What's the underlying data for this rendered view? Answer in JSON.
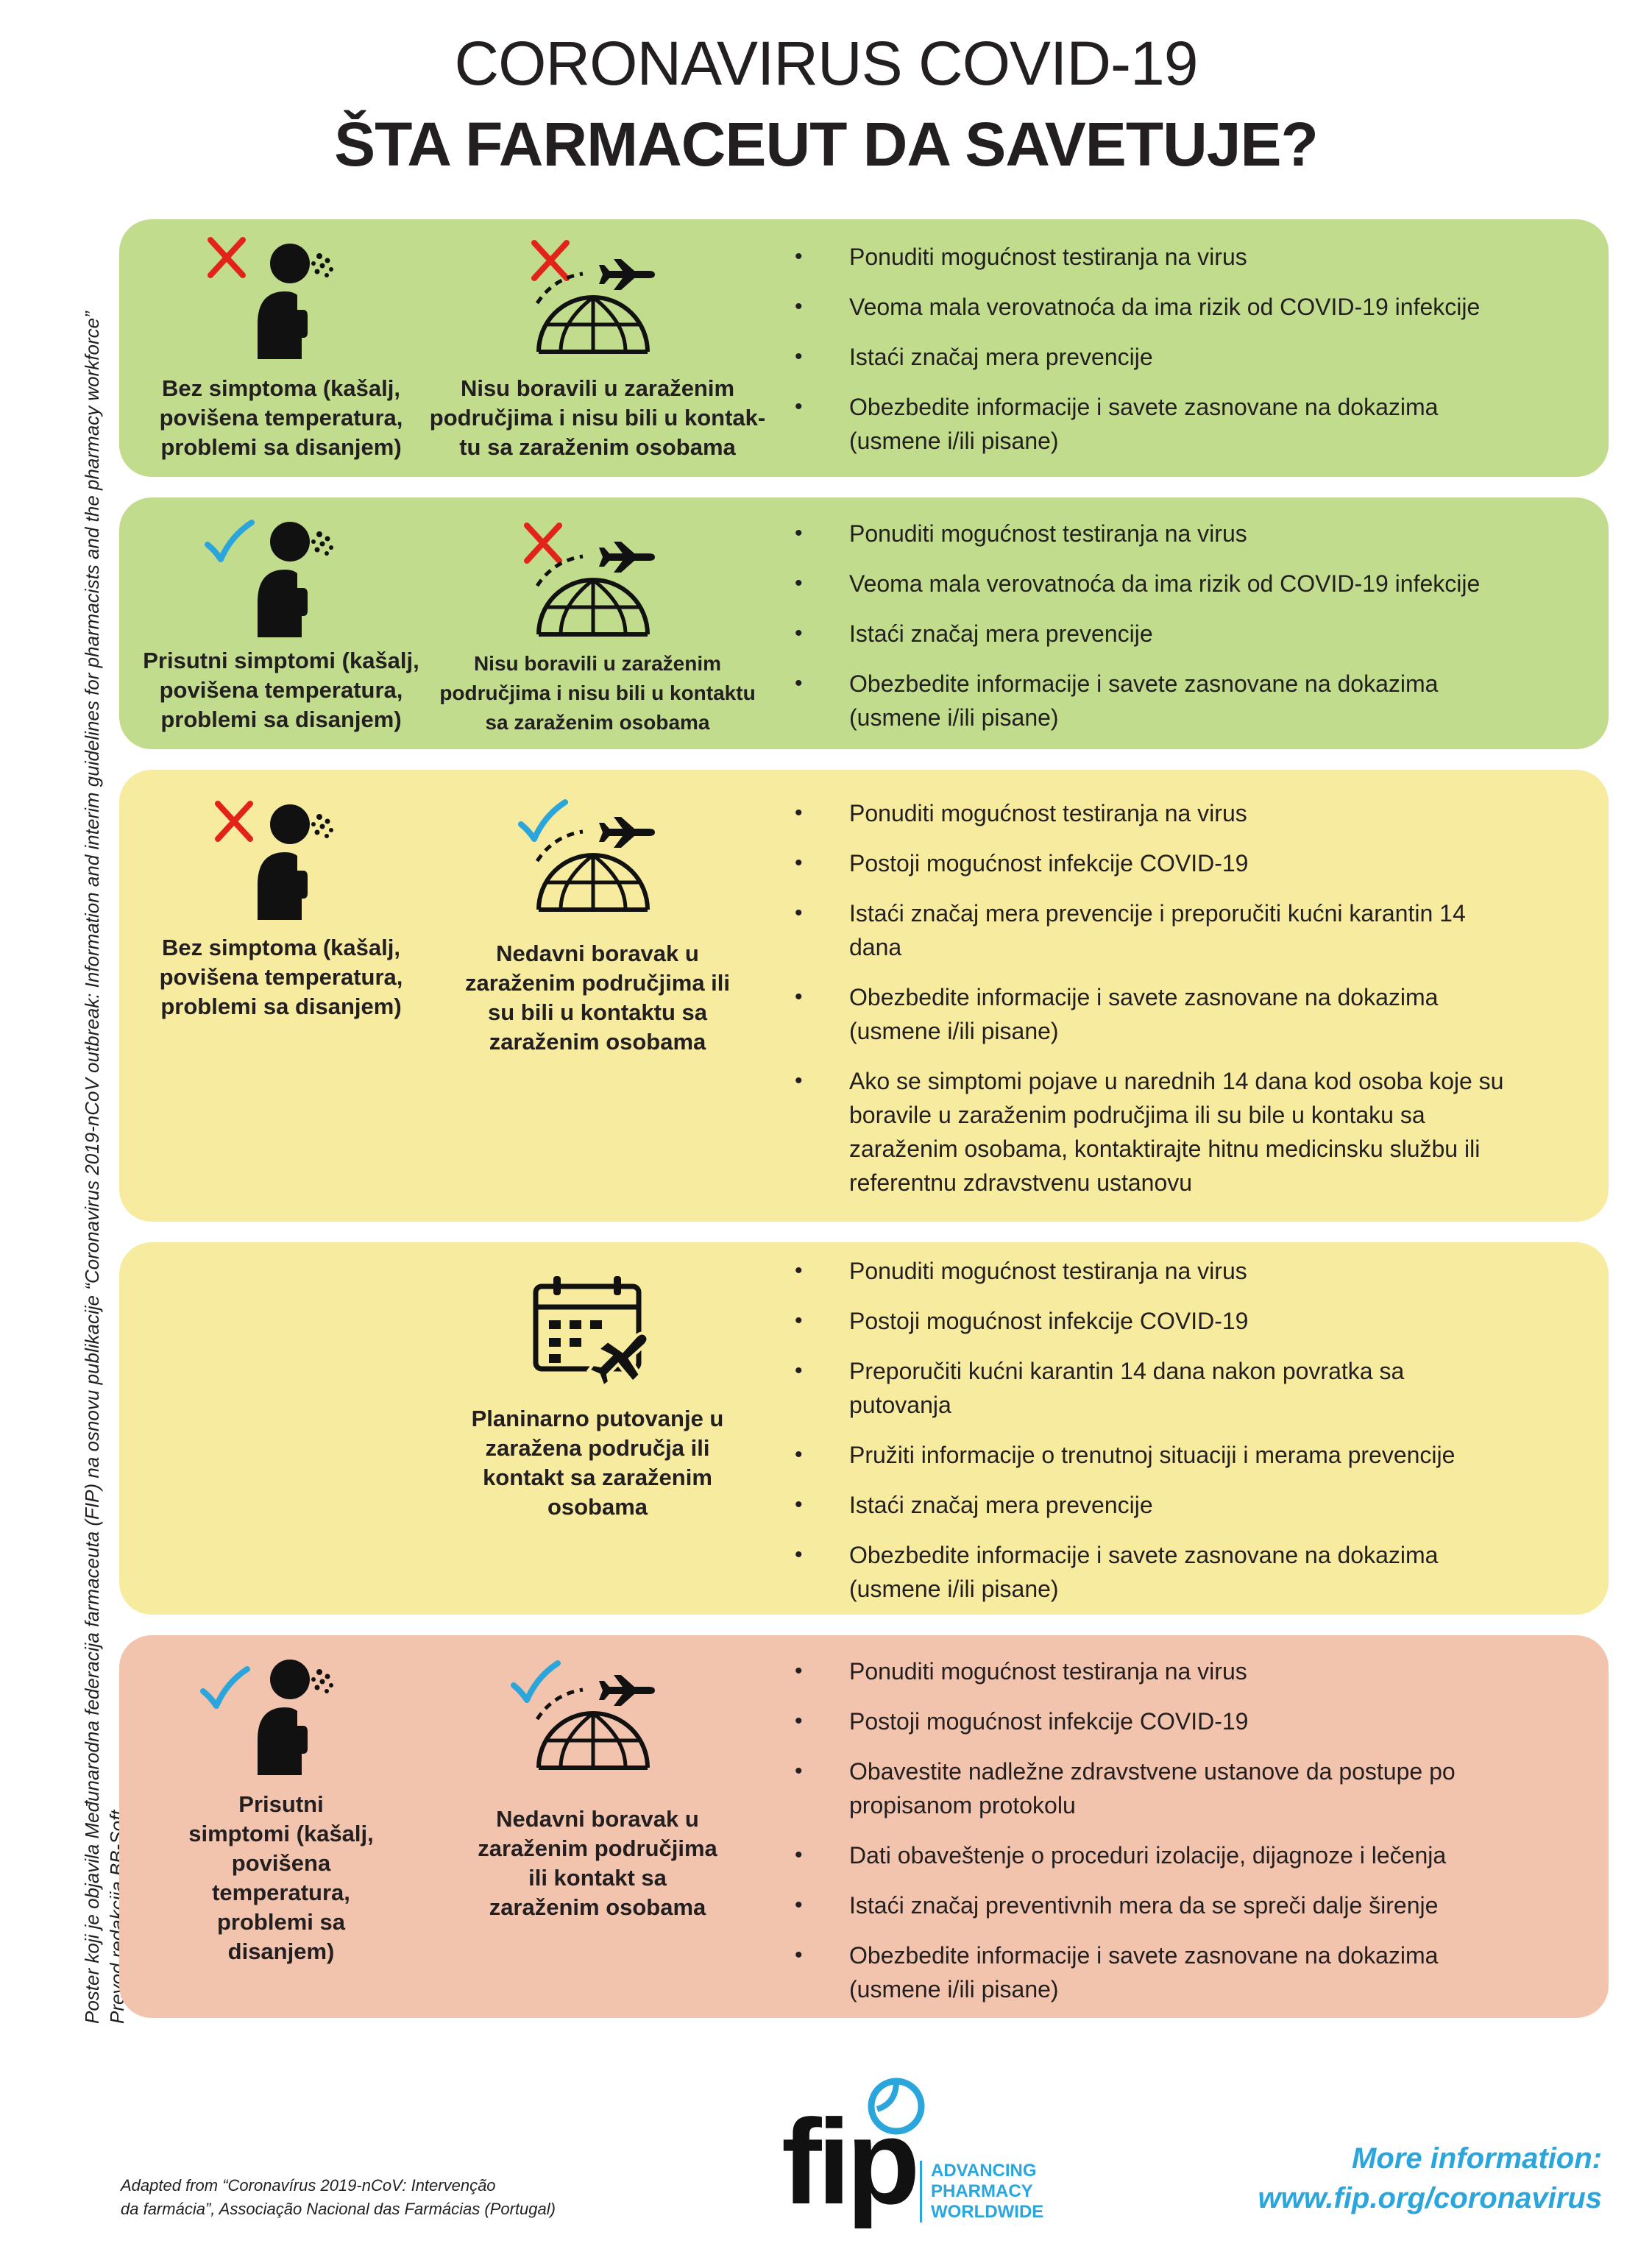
{
  "header": {
    "title_line1": "CORONAVIRUS COVID-19",
    "title_line2": "ŠTA FARMACEUT DA SAVETUJE?"
  },
  "side_note": {
    "line1": "Poster koji je objavila Međunarodna federacija farmaceuta (FIP) na osnovu publikacije “Coronavirus 2019-nCoV outbreak: Information and interim guidelines for pharmacists and the pharmacy workforce”",
    "line2": "Prevod redakcija BB-Soft"
  },
  "colors": {
    "green": "#c1dc8c",
    "yellow": "#f6eb9f",
    "pink": "#f2c4ad",
    "cross": "#e2231a",
    "check": "#2aa6dc",
    "accent": "#2aa6dc"
  },
  "panels": [
    {
      "symptom_mark": "cross-icon",
      "travel_mark": "cross-icon",
      "symptom_caption": [
        "Bez simptoma (kašalj,",
        "povišena temperatura,",
        "problemi sa disanjem)"
      ],
      "travel_caption": [
        "Nisu boravili u zaraženim",
        "područjima i nisu bili u kontak-",
        "tu sa zaraženim osobama"
      ],
      "advice": [
        [
          "Ponuditi mogućnost testiranja na virus"
        ],
        [
          "Veoma mala verovatnoća da ima rizik od COVID-19 infekcije"
        ],
        [
          "Istaći značaj mera prevencije"
        ],
        [
          "Obezbedite informacije i savete zasnovane na dokazima",
          "(usmene i/ili pisane)"
        ]
      ]
    },
    {
      "symptom_mark": "check-icon",
      "travel_mark": "cross-icon",
      "symptom_caption": [
        "Prisutni simptomi (kašalj,",
        "povišena temperatura,",
        "problemi sa disanjem)"
      ],
      "travel_caption": [
        "Nisu boravili u zaraženim",
        "područjima i nisu bili u kontaktu",
        "sa zaraženim osobama"
      ],
      "advice": [
        [
          "Ponuditi mogućnost testiranja na virus"
        ],
        [
          "Veoma mala verovatnoća da ima rizik od COVID-19 infekcije"
        ],
        [
          "Istaći značaj mera prevencije"
        ],
        [
          "Obezbedite informacije i savete zasnovane na dokazima",
          "(usmene i/ili pisane)"
        ]
      ]
    },
    {
      "symptom_mark": "cross-icon",
      "travel_mark": "check-icon",
      "symptom_caption": [
        "Bez simptoma (kašalj,",
        "povišena temperatura,",
        "problemi sa disanjem)"
      ],
      "travel_caption": [
        "Nedavni boravak u",
        "zaraženim područjima ili",
        "su bili u kontaktu sa",
        "zaraženim osobama"
      ],
      "advice": [
        [
          "Ponuditi mogućnost testiranja na virus"
        ],
        [
          "Postoji mogućnost infekcije COVID-19"
        ],
        [
          "Istaći značaj mera prevencije i preporučiti kućni karantin 14",
          "dana"
        ],
        [
          "Obezbedite informacije i savete zasnovane na dokazima",
          "(usmene i/ili pisane)"
        ],
        [
          "Ako se simptomi pojave u narednih 14 dana kod osoba koje su",
          "boravile u zaraženim područjima ili su bile u kontaku sa",
          "zaraženim osobama, kontaktirajte hitnu medicinsku službu ili",
          "referentnu zdravstvenu ustanovu"
        ]
      ]
    },
    {
      "travel_caption": [
        "Planinarno putovanje u",
        "zaražena područja ili",
        "kontakt sa zaraženim",
        "osobama"
      ],
      "advice": [
        [
          "Ponuditi mogućnost testiranja na virus"
        ],
        [
          "Postoji mogućnost infekcije COVID-19"
        ],
        [
          "Preporučiti kućni karantin 14 dana nakon povratka sa",
          "putovanja"
        ],
        [
          "Pružiti informacije o trenutnoj situaciji i merama prevencije"
        ],
        [
          "Istaći značaj mera prevencije"
        ],
        [
          "Obezbedite informacije i savete zasnovane na dokazima",
          "(usmene i/ili pisane)"
        ]
      ]
    },
    {
      "symptom_mark": "check-icon",
      "travel_mark": "check-icon",
      "symptom_caption": [
        "Prisutni",
        "simptomi (kašalj,",
        "povišena",
        "temperatura,",
        "problemi sa",
        "disanjem)"
      ],
      "travel_caption": [
        "Nedavni boravak u",
        "zaraženim područjima",
        "ili kontakt sa",
        "zaraženim osobama"
      ],
      "advice": [
        [
          "Ponuditi mogućnost testiranja na virus"
        ],
        [
          "Postoji mogućnost infekcije COVID-19"
        ],
        [
          "Obavestite nadležne zdravstvene ustanove da postupe po",
          "propisanom protokolu"
        ],
        [
          "Dati obaveštenje o proceduri izolacije, dijagnoze i lečenja"
        ],
        [
          "Istaći značaj preventivnih mera da se spreči dalje širenje"
        ],
        [
          "Obezbedite informacije i savete zasnovane na dokazima",
          "(usmene i/ili pisane)"
        ]
      ]
    }
  ],
  "footer": {
    "adapted_line1": "Adapted from “Coronavírus 2019-nCoV: Intervenção",
    "adapted_line2": "da farmácia”, Associação Nacional das Farmácias (Portugal)",
    "logo_word": "fip",
    "tagline": [
      "ADVANCING",
      "PHARMACY",
      "WORLDWIDE"
    ],
    "more_line1": "More information:",
    "more_line2": "www.fip.org/coronavirus"
  }
}
